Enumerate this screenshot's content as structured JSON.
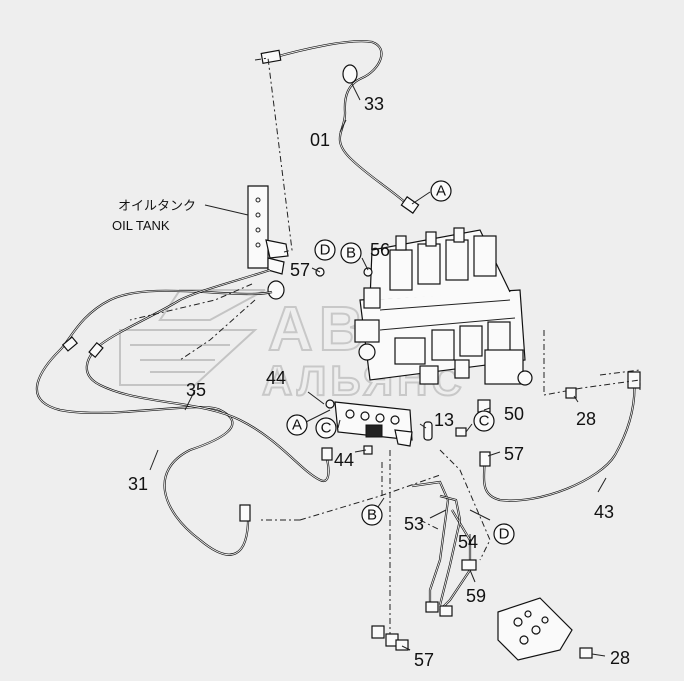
{
  "watermark": {
    "line1": "АВТО",
    "line2": "АЛЬЯНС"
  },
  "oil_tank": {
    "jp": "オイルタンク",
    "en": "OIL TANK"
  },
  "parts": {
    "p01": "01",
    "p33": "33",
    "p56": "56",
    "p57_top": "57",
    "p44_left": "44",
    "p44_bottom": "44",
    "p13": "13",
    "p50": "50",
    "p57_right": "57",
    "p28_right": "28",
    "p35": "35",
    "p31": "31",
    "p43": "43",
    "p53": "53",
    "p54": "54",
    "p59": "59",
    "p57_bottom": "57",
    "p28_bottom": "28"
  },
  "connectors": {
    "a_top": "A",
    "d_top": "D",
    "b_top": "B",
    "a_left": "A",
    "c_left": "C",
    "c_right": "C",
    "b_bottom": "B",
    "d_bottom": "D"
  }
}
